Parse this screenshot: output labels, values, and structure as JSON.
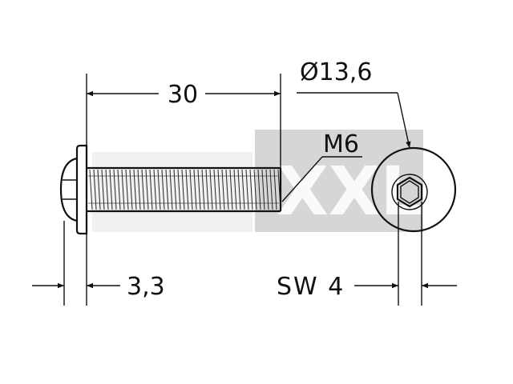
{
  "dimensions": {
    "length": "30",
    "head_diameter": "Ø13,6",
    "thread": "M6",
    "head_height": "3,3",
    "socket_size": "SW 4"
  },
  "colors": {
    "line": "#111111",
    "watermark": "#d6d6d6",
    "background": "#ffffff"
  }
}
